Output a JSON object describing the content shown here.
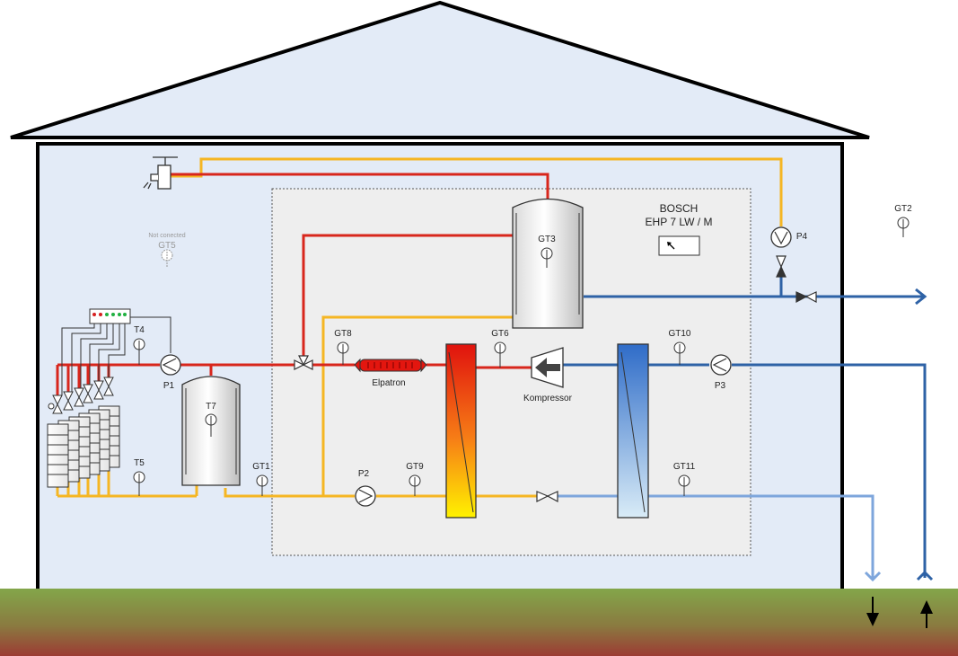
{
  "unit": {
    "brand": "BOSCH",
    "model": "EHP 7 LW / M"
  },
  "components": {
    "elpatron": "Elpatron",
    "kompressor": "Kompressor"
  },
  "pumps": {
    "p1": "P1",
    "p2": "P2",
    "p3": "P3",
    "p4": "P4"
  },
  "sensors": {
    "gt1": "GT1",
    "gt2": "GT2",
    "gt3": "GT3",
    "gt5": "GT5",
    "gt6": "GT6",
    "gt8": "GT8",
    "gt9": "GT9",
    "gt10": "GT10",
    "gt11": "GT11",
    "t4": "T4",
    "t5": "T5",
    "t7": "T7"
  },
  "notes": {
    "gt5_status": "Not conected"
  },
  "colors": {
    "hot": "#d8261c",
    "warm": "#f5b623",
    "cold": "#2e62a6",
    "cold_return": "#7ea6dc",
    "house_fill": "#e3ebf7",
    "unit_fill": "#eeeeee"
  }
}
